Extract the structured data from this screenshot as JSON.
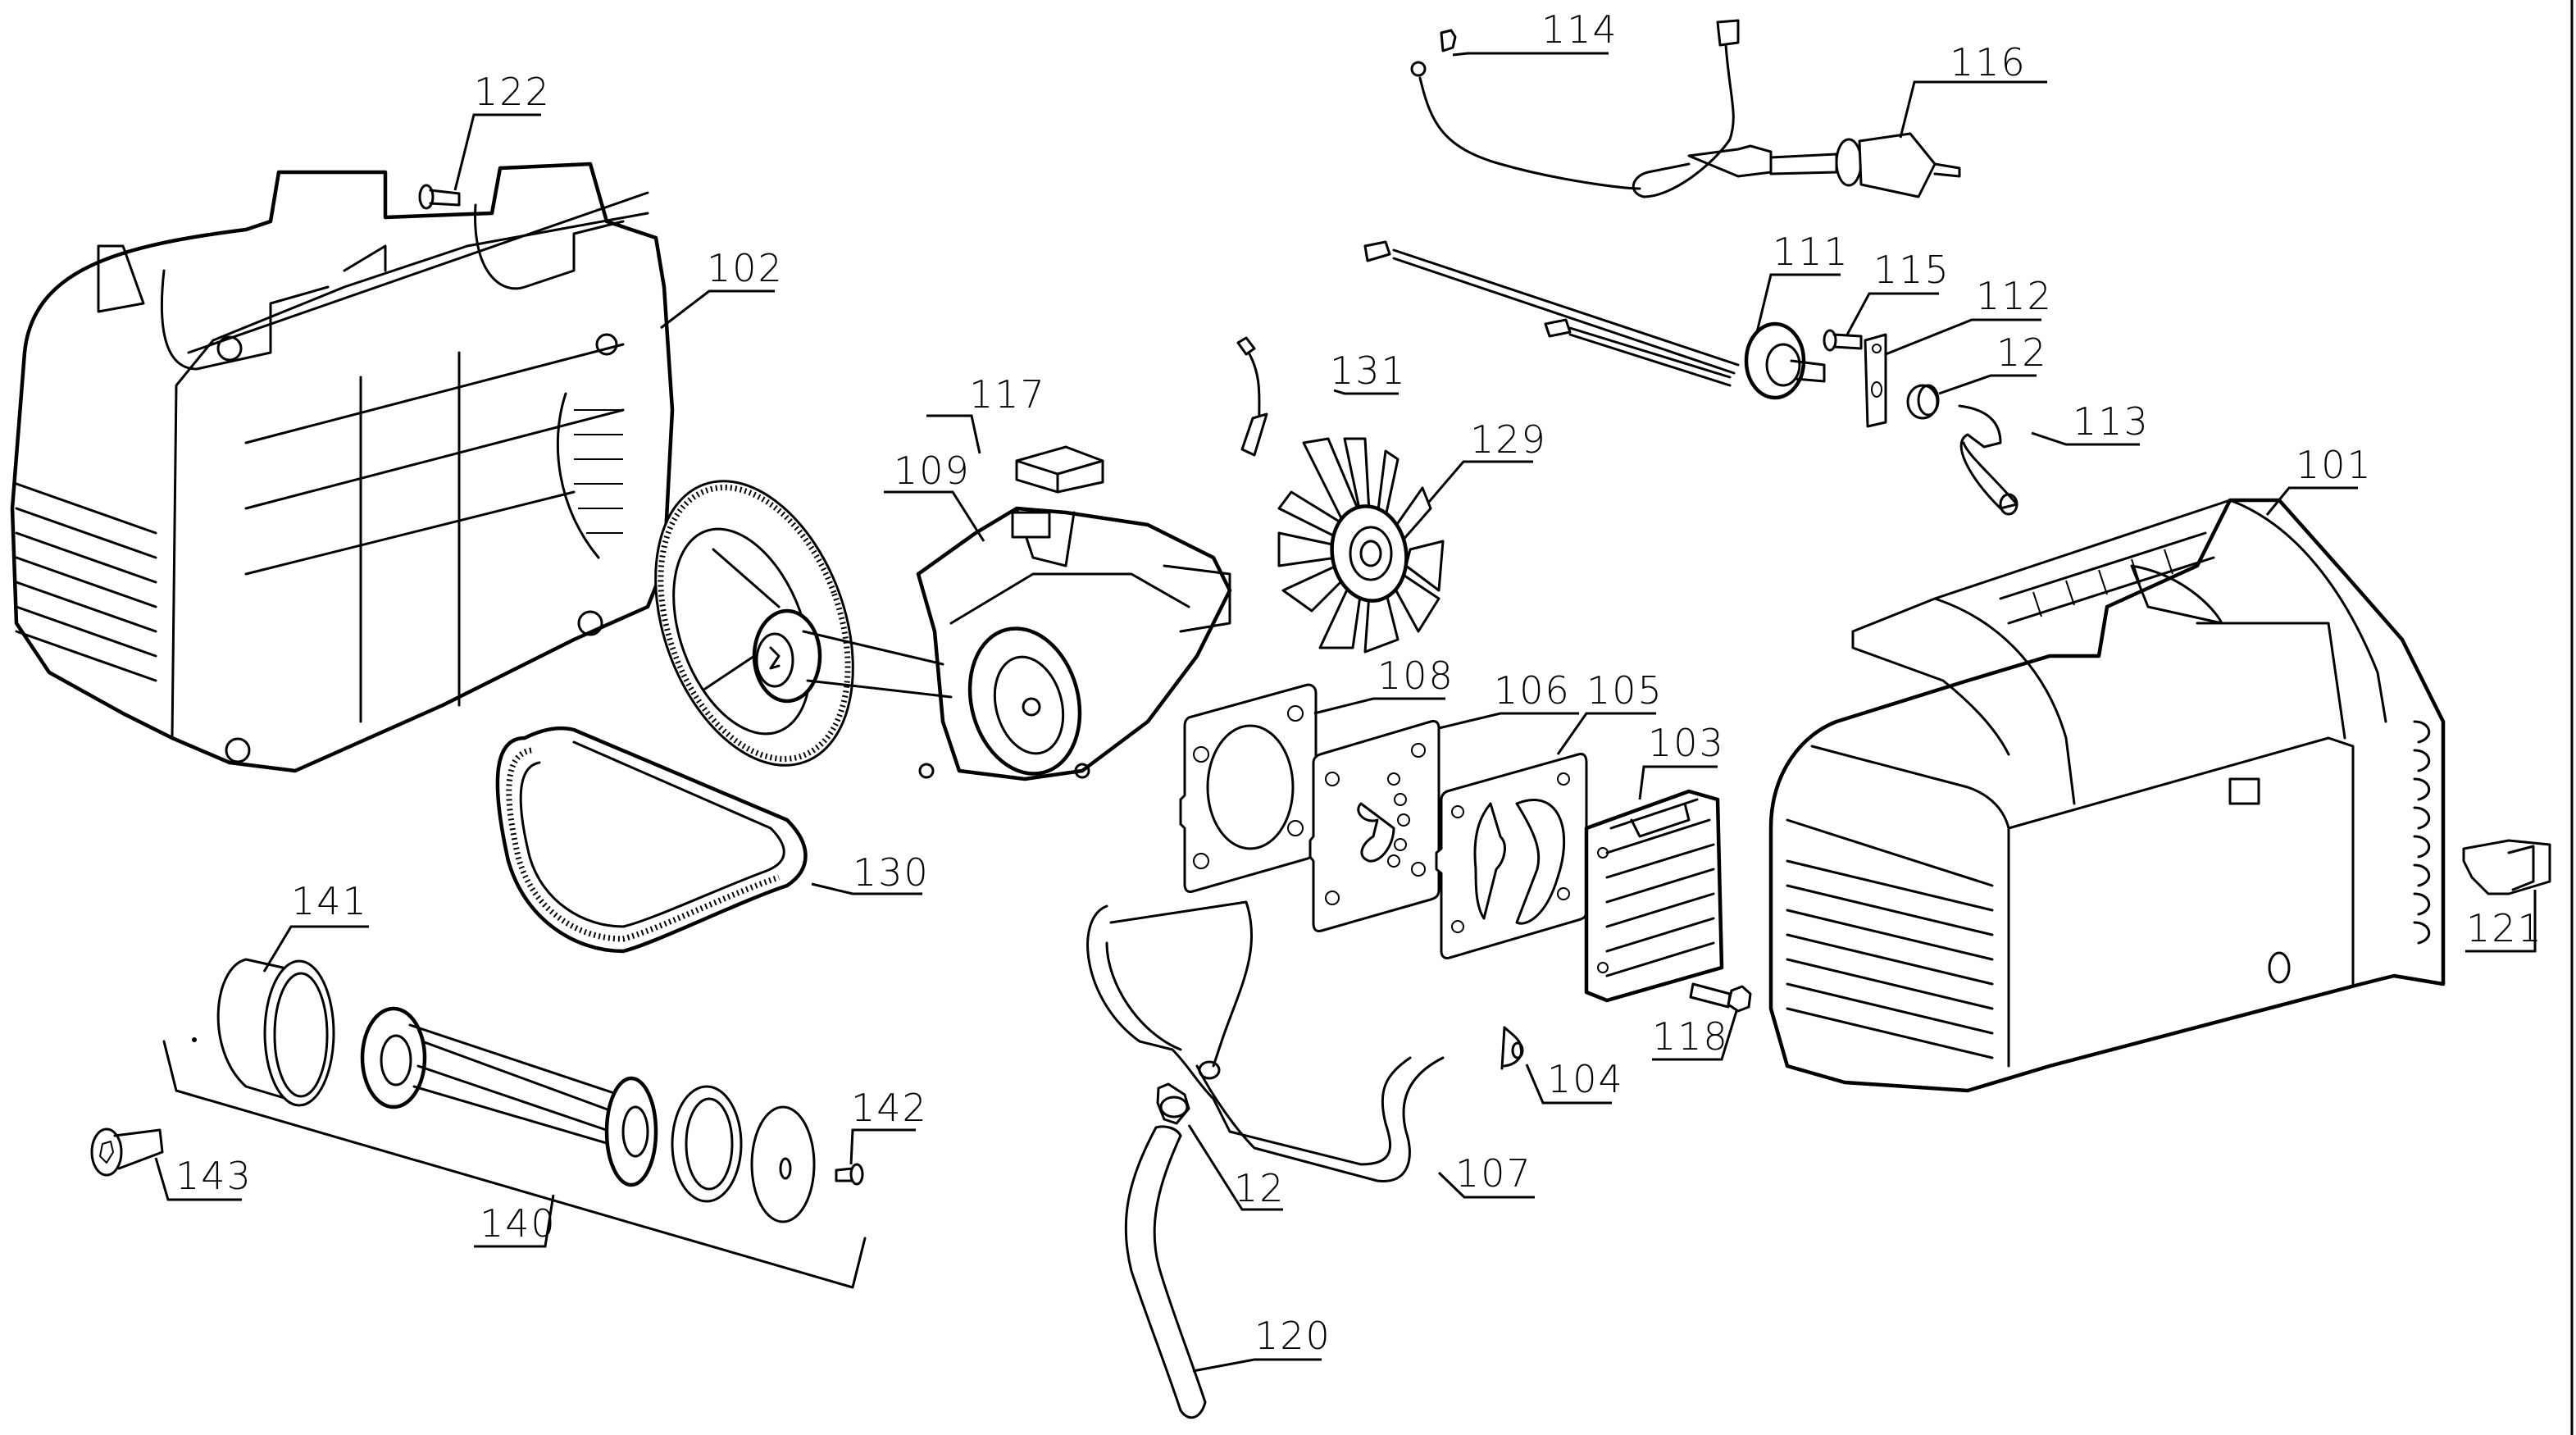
{
  "diagram": {
    "type": "exploded-parts-diagram",
    "subject": "portable air compressor",
    "callouts": [
      {
        "id": "c122",
        "label": "122",
        "part": "screw (handle)"
      },
      {
        "id": "c102",
        "label": "102",
        "part": "left housing"
      },
      {
        "id": "c114",
        "label": "114",
        "part": "ground screw"
      },
      {
        "id": "c116",
        "label": "116",
        "part": "power cord"
      },
      {
        "id": "c111",
        "label": "111",
        "part": "pressure switch with cable"
      },
      {
        "id": "c115",
        "label": "115",
        "part": "screw"
      },
      {
        "id": "c112",
        "label": "112",
        "part": "bracket"
      },
      {
        "id": "c12a",
        "label": "12",
        "part": "hose clamp"
      },
      {
        "id": "c113",
        "label": "113",
        "part": "elbow hose"
      },
      {
        "id": "c131",
        "label": "131",
        "part": "carbon brush"
      },
      {
        "id": "c117",
        "label": "117",
        "part": "foam pad"
      },
      {
        "id": "c129",
        "label": "129",
        "part": "fan"
      },
      {
        "id": "c109",
        "label": "109",
        "part": "motor"
      },
      {
        "id": "c101",
        "label": "101",
        "part": "right housing"
      },
      {
        "id": "c108",
        "label": "108",
        "part": "gasket"
      },
      {
        "id": "c106",
        "label": "106",
        "part": "valve plate"
      },
      {
        "id": "c105",
        "label": "105",
        "part": "gasket"
      },
      {
        "id": "c103",
        "label": "103",
        "part": "cylinder head"
      },
      {
        "id": "c130",
        "label": "130",
        "part": "drive belt"
      },
      {
        "id": "c141",
        "label": "141",
        "part": "cylinder"
      },
      {
        "id": "c121",
        "label": "121",
        "part": "rocker switch"
      },
      {
        "id": "c118",
        "label": "118",
        "part": "bolt"
      },
      {
        "id": "c104",
        "label": "104",
        "part": "clip"
      },
      {
        "id": "c142",
        "label": "142",
        "part": "screw"
      },
      {
        "id": "c143",
        "label": "143",
        "part": "screw"
      },
      {
        "id": "c107",
        "label": "107",
        "part": "outlet tube"
      },
      {
        "id": "c12b",
        "label": "12",
        "part": "hose clamp"
      },
      {
        "id": "c140",
        "label": "140",
        "part": "connecting rod assembly"
      },
      {
        "id": "c120",
        "label": "120",
        "part": "hose"
      }
    ]
  }
}
